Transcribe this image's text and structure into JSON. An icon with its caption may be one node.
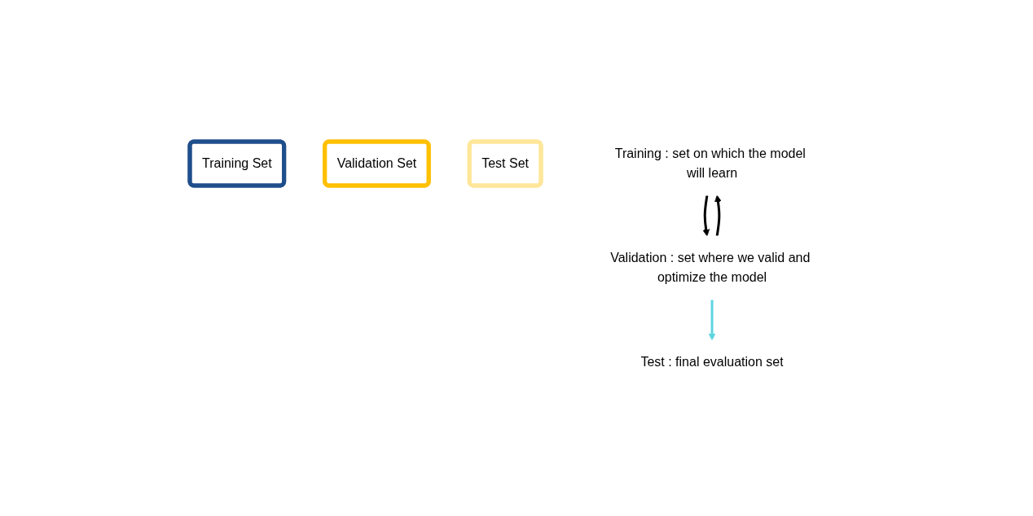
{
  "diagram": {
    "nodes": [
      {
        "text": [
          "Training Set"
        ]
      },
      {
        "text": [
          "Validation Set"
        ]
      },
      {
        "text": [
          "Test Set"
        ]
      },
      {
        "text": [
          "Training : set on which the model will learn"
        ]
      },
      {
        "text": [
          "Validation : set where we valid and optimize the model"
        ]
      },
      {
        "text": [
          "Test : final evaluation set"
        ]
      }
    ],
    "edges": [
      {
        "from": 3,
        "to": 4,
        "arrow": "to"
      },
      {
        "from": 4,
        "to": 3,
        "arrow": "to"
      },
      {
        "from": 4,
        "to": 5,
        "arrow": "to",
        "color": "#5dd6e0"
      }
    ]
  }
}
